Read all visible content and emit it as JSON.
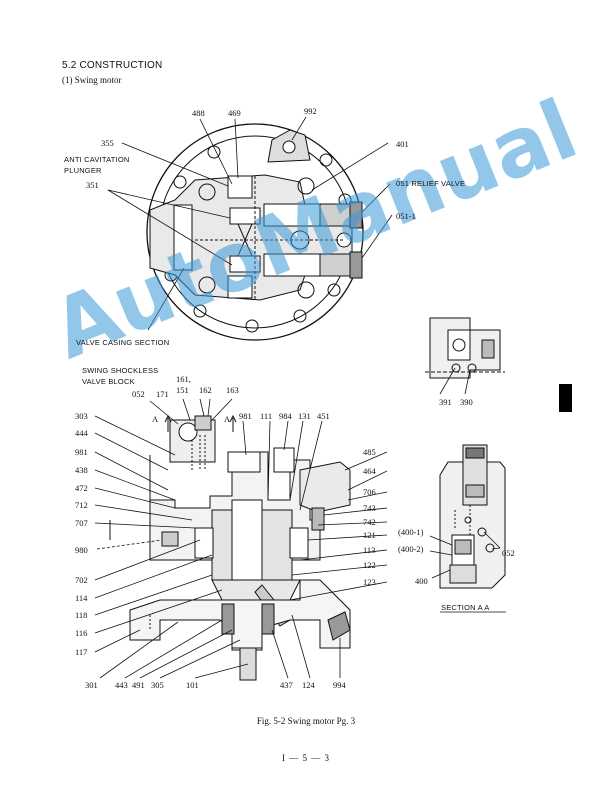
{
  "section_heading": "5.2  CONSTRUCTION",
  "subheading": "(1)    Swing motor",
  "caption": "Fig. 5-2 Swing motor  Pg. 3",
  "page_number": "I — 5 — 3",
  "watermark": "AutoManual",
  "callouts": {
    "anti_cavitation": "ANTI CAVITATION",
    "plunger": "PLUNGER",
    "relief_valve": "051  RELIEF VALVE",
    "valve_casing": "VALVE CASING SECTION",
    "shockless_1": "SWING SHOCKLESS",
    "shockless_2": "VALVE BLOCK",
    "section_aa": "SECTION  A  A",
    "a_left": "A",
    "a_right": "A"
  },
  "labels": {
    "n488": "488",
    "n469": "469",
    "n992": "992",
    "n355": "355",
    "n351": "351",
    "n401": "401",
    "n0511": "051-1",
    "n391": "391",
    "n390": "390",
    "n161": "161,",
    "n151": "151",
    "n162": "162",
    "n163": "163",
    "n052": "052",
    "n171": "171",
    "n303": "303",
    "n444": "444",
    "n981": "981",
    "n438": "438",
    "n472": "472",
    "n712": "712",
    "n707": "707",
    "n980": "980",
    "n702": "702",
    "n114": "114",
    "n118": "118",
    "n116": "116",
    "n117": "117",
    "n301": "301",
    "n443": "443",
    "n491": "491",
    "n305": "305",
    "n101": "101",
    "n437": "437",
    "n124": "124",
    "n994": "994",
    "n981b": "981",
    "n111": "111",
    "n984": "984",
    "n131": "131",
    "n451": "451",
    "n485": "485",
    "n464": "464",
    "n706": "706",
    "n743": "743",
    "n742": "742",
    "n121": "121",
    "n113": "113",
    "n122": "122",
    "n123": "123",
    "n4001": "(400-1)",
    "n4002": "(400-2)",
    "n400": "400",
    "n052b": "052"
  },
  "colors": {
    "watermark": "#3a9ad9",
    "ink": "#111111",
    "tab": "#000000"
  }
}
